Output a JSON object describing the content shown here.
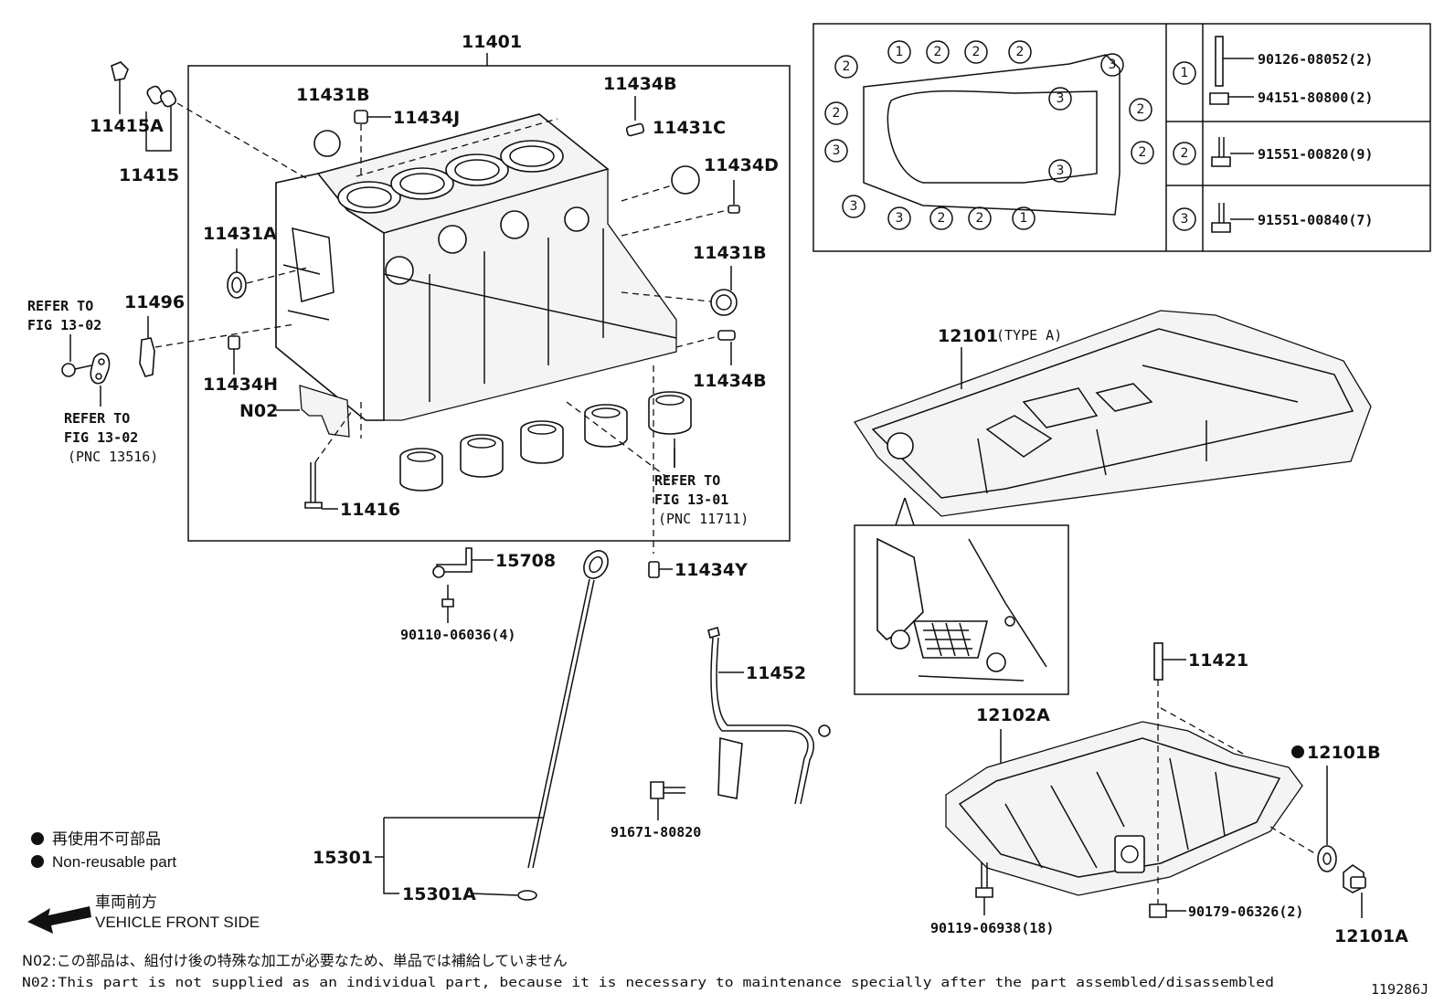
{
  "diagram_id": "119286J",
  "callouts": {
    "block": "11401",
    "p11415A": "11415A",
    "p11415": "11415",
    "p11431B_top": "11431B",
    "p11434J": "11434J",
    "p11434B_top": "11434B",
    "p11431C": "11431C",
    "p11434D": "11434D",
    "p11431A": "11431A",
    "p11431B_mid": "11431B",
    "p11496": "11496",
    "p11434H": "11434H",
    "p11434B_mid": "11434B",
    "pN02": "N02",
    "p11416": "11416",
    "p11434Y": "11434Y",
    "p15708": "15708",
    "p90110": "90110-06036(4)",
    "p11452": "11452",
    "p91671": "91671-80820",
    "p15301": "15301",
    "p15301A": "15301A",
    "p12101": "12101",
    "p12101_type": "(TYPE A)",
    "p11421": "11421",
    "p12102A": "12102A",
    "p12101B": "12101B",
    "p12101A": "12101A",
    "p90119": "90119-06938(18)",
    "p90179": "90179-06326(2)"
  },
  "refers": {
    "refer_a_1": "REFER TO",
    "refer_a_2": "FIG 13-02",
    "refer_b_1": "REFER TO",
    "refer_b_2": "FIG 13-02",
    "refer_b_3": "(PNC 13516)",
    "refer_c_1": "REFER TO",
    "refer_c_2": "FIG 13-01",
    "refer_c_3": "(PNC 11711)"
  },
  "bolt_table": {
    "rows": [
      {
        "num": "1",
        "parts": [
          "90126-08052(2)",
          "94151-80800(2)"
        ]
      },
      {
        "num": "2",
        "parts": [
          "91551-00820(9)"
        ]
      },
      {
        "num": "3",
        "parts": [
          "91551-00840(7)"
        ]
      }
    ]
  },
  "pattern_marks": {
    "top": [
      "1",
      "2",
      "2",
      "2"
    ],
    "left": [
      "2",
      "2",
      "3",
      "3"
    ],
    "bottom": [
      "3",
      "2",
      "2",
      "1"
    ],
    "right": [
      "3",
      "2",
      "2"
    ],
    "inner": [
      "3",
      "3"
    ]
  },
  "legend": {
    "nonreusable_jp": "再使用不可部品",
    "nonreusable_en": "Non-reusable part",
    "front_jp": "車両前方",
    "front_en": "VEHICLE FRONT SIDE"
  },
  "notes": {
    "n02_jp": "N02:この部品は、組付け後の特殊な加工が必要なため、単品では補給していません",
    "n02_en": "N02:This part is not supplied as an individual part, because it is necessary to maintenance specially after the part assembled/disassembled"
  }
}
